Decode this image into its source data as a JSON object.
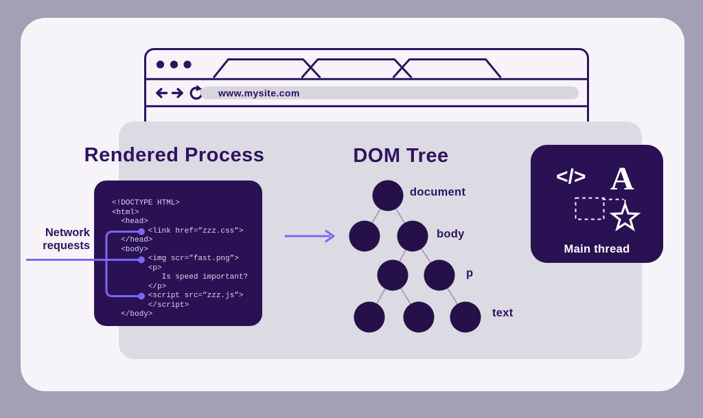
{
  "colors": {
    "outer_bg": "#a59fb6",
    "card_bg": "#f6f4f9",
    "panel_bg": "#dcdae2",
    "dark_purple": "#2d1360",
    "block_bg": "#2a1153",
    "accent_purple": "#7d66f2",
    "url_pill": "#d7d5de",
    "code_text": "#d8d3ee",
    "tree_edge": "#9b94b4"
  },
  "browser": {
    "url": "www.mysite.com",
    "icons": [
      "window-dots",
      "back-arrow",
      "forward-arrow",
      "refresh-arrow"
    ],
    "tab_count": 3
  },
  "rendered_process": {
    "title": "Rendered Process",
    "network_label": {
      "line1": "Network",
      "line2": "requests"
    },
    "code": "<!DOCTYPE HTML>\n<html>\n  <head>\n        <link href=”zzz.css”>\n  </head>\n  <body>\n        <img scr=”fast.png”>\n        <p>\n           Is speed important?\n        </p>\n        <script src=”zzz.js”>\n        </script>\n  </body>"
  },
  "dom_tree": {
    "title": "DOM Tree",
    "labels": {
      "root": "document",
      "level2": "body",
      "level3": "p",
      "level4": "text"
    },
    "structure": "document -> (node, body); body -> (node, p); node -> (node, node); p -> (text)"
  },
  "main_thread": {
    "label": "Main thread",
    "code_glyph": "</>",
    "letter_glyph": "A",
    "icons": [
      "code-icon",
      "letter-a-icon",
      "dashed-selection-icon",
      "star-icon"
    ]
  }
}
